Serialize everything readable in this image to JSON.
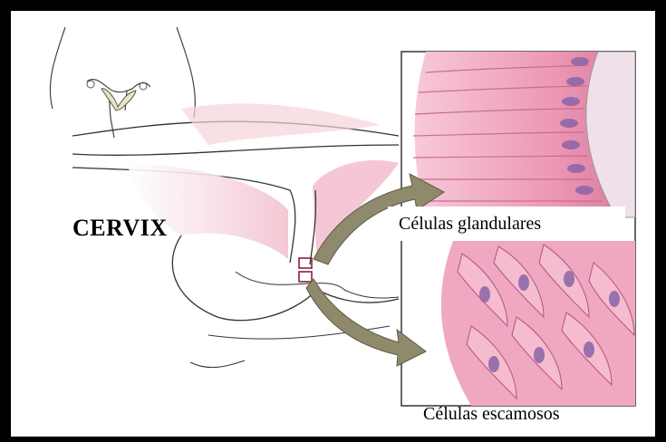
{
  "diagram": {
    "title": "CERVIX",
    "labels": {
      "glandular": "Células  glandulares",
      "squamous": "Células  escamosos"
    },
    "colors": {
      "frame": "#000000",
      "tissue_pink": "#f3b4c8",
      "nucleus_purple": "#8a64a8",
      "arrow_fill": "#8f8a6c",
      "outline": "#3a3a3a"
    }
  }
}
